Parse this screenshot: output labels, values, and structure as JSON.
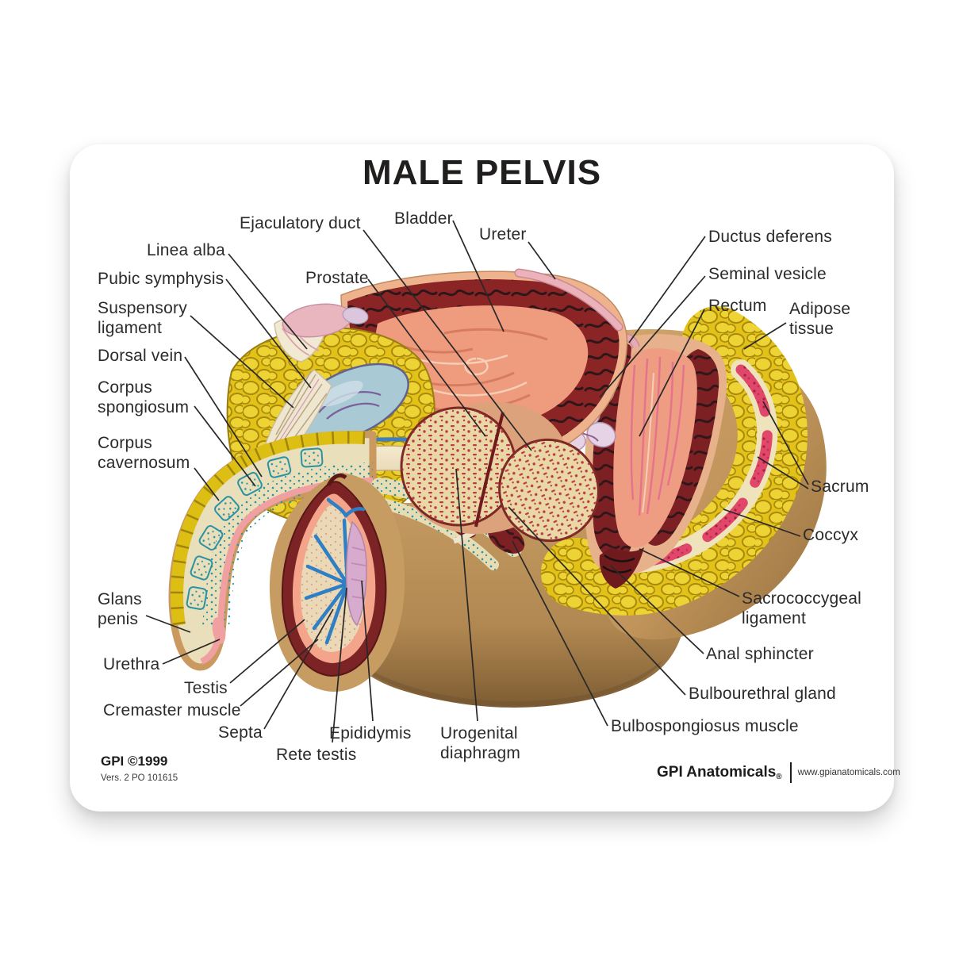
{
  "title": "MALE PELVIS",
  "labels": {
    "ejaculatory_duct": "Ejaculatory duct",
    "bladder": "Bladder",
    "ureter": "Ureter",
    "prostate": "Prostate",
    "linea_alba": "Linea alba",
    "pubic_symphysis": "Pubic symphysis",
    "suspensory_ligament": "Suspensory\nligament",
    "dorsal_vein": "Dorsal vein",
    "corpus_spongiosum": "Corpus\nspongiosum",
    "corpus_cavernosum": "Corpus\ncavernosum",
    "glans_penis": "Glans\npenis",
    "urethra": "Urethra",
    "testis": "Testis",
    "cremaster_muscle": "Cremaster muscle",
    "septa": "Septa",
    "rete_testis": "Rete testis",
    "epididymis": "Epididymis",
    "urogenital_diaphragm": "Urogenital\ndiaphragm",
    "ductus_deferens": "Ductus deferens",
    "seminal_vesicle": "Seminal vesicle",
    "rectum": "Rectum",
    "adipose_tissue": "Adipose\ntissue",
    "sacrum": "Sacrum",
    "coccyx": "Coccyx",
    "sacrococcygeal_ligament": "Sacrococcygeal\nligament",
    "anal_sphincter": "Anal sphincter",
    "bulbourethral_gland": "Bulbourethral gland",
    "bulbospongiosus_muscle": "Bulbospongiosus muscle"
  },
  "footer": {
    "gpi_copyright": "GPI ©1999",
    "version_line": "Vers. 2  PO 101615",
    "publisher": "GPI Anatomicals",
    "registered": "®",
    "website": "www.gpianatomicals.com"
  },
  "colors": {
    "card_bg": "#ffffff",
    "label_text": "#2b2b2b",
    "leader_line": "#282828",
    "model_tan": "#c49a62",
    "fat_yellow": "#e5c51c",
    "muscle_maroon": "#7d2023",
    "mucosa_salmon": "#ee9b7e",
    "bone_cream": "#efe3bb",
    "marrow_pink": "#e0476b",
    "cartilage_blue": "#a9c9d5",
    "vein_blue": "#3f7fc0",
    "vesicle_lavender": "#e6d4e6",
    "prostate_cream": "#ead7a6",
    "epididymis_pink": "#d7abcd"
  }
}
